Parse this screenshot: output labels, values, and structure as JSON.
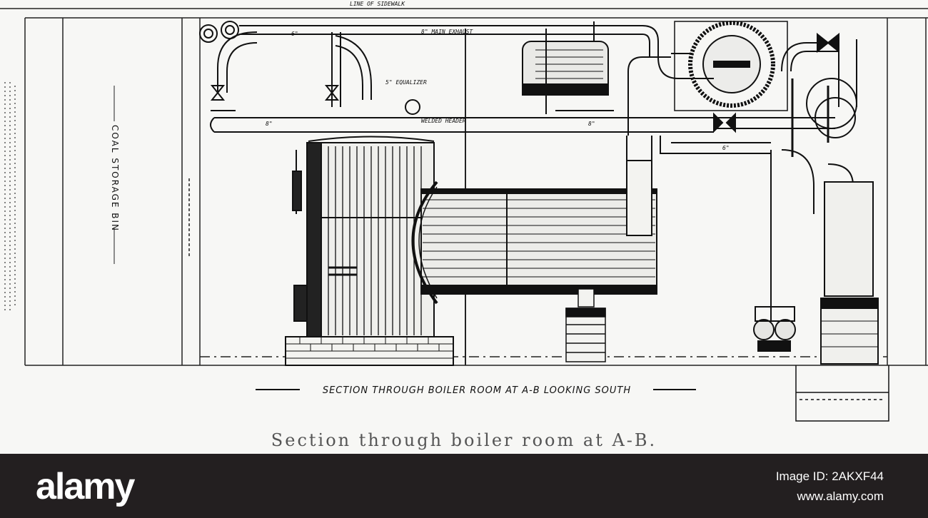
{
  "figure": {
    "caption": "Section through boiler room at A-B.",
    "drawing_title": "SECTION THROUGH BOILER ROOM AT A-B LOOKING SOUTH",
    "side_label": "COAL STORAGE BIN",
    "labels": {
      "main_exhaust": "8\" MAIN EXHAUST",
      "welded_header": "WELDED HEADER",
      "equalizer": "5\" EQUALIZER",
      "line_of_sidewalk": "LINE OF SIDEWALK",
      "header_size_left": "8\"",
      "header_size_right": "8\"",
      "exhaust_size": "6\"",
      "return_size": "6\""
    }
  },
  "watermark": {
    "brand": "alamy",
    "image_id": "Image ID: 2AKXF44",
    "site": "www.alamy.com"
  }
}
